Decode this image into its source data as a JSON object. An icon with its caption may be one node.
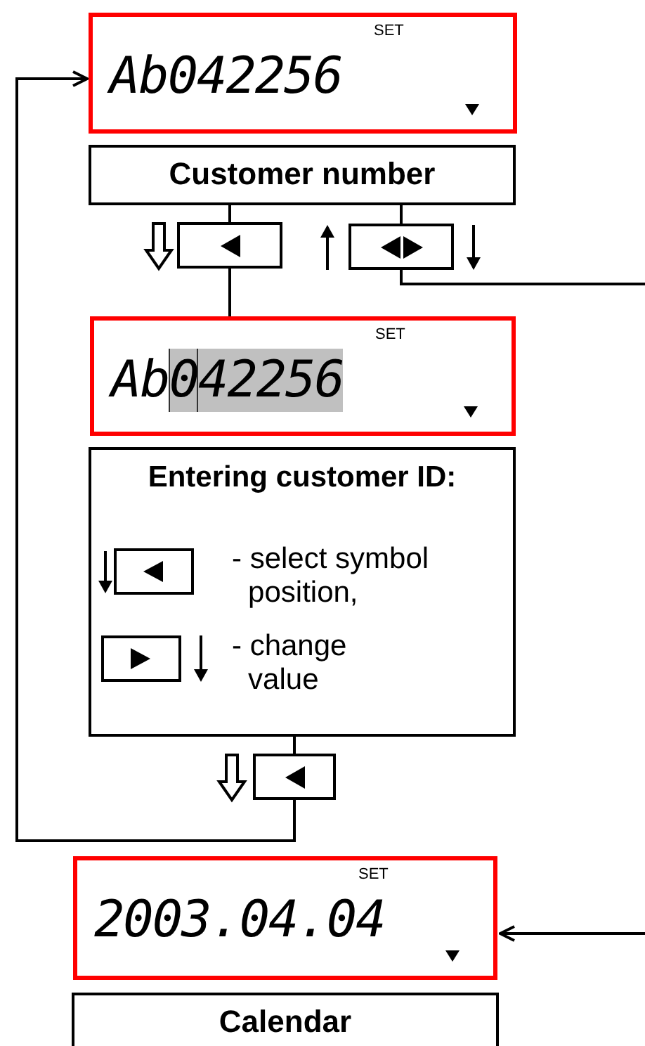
{
  "diagram": {
    "nodes": [
      {
        "text": [
          "SET",
          "Ab042256"
        ]
      },
      {
        "text": [
          "Customer number"
        ]
      },
      {
        "text": [],
        "shape": "box"
      },
      {
        "text": [],
        "shape": "box"
      },
      {
        "text": [
          "SET",
          "Ab042256"
        ]
      },
      {
        "text": [
          "Entering customer ID:",
          "- select symbol position,",
          "- change value"
        ]
      },
      {
        "text": [],
        "shape": "box"
      },
      {
        "text": [
          "SET",
          "2003.04.04"
        ]
      },
      {
        "text": [
          "Calendar"
        ]
      }
    ],
    "edges": [
      {
        "from": 1,
        "to": 2,
        "arrow": "none"
      },
      {
        "from": 1,
        "to": 3,
        "arrow": "none"
      },
      {
        "from": 2,
        "to": 4,
        "arrow": "none"
      },
      {
        "from": 3,
        "to": null,
        "arrow": "none"
      },
      {
        "from": null,
        "to": 7,
        "arrow": "to"
      },
      {
        "from": 5,
        "to": 6,
        "arrow": "none"
      },
      {
        "from": 6,
        "to": 0,
        "arrow": "to"
      }
    ]
  }
}
